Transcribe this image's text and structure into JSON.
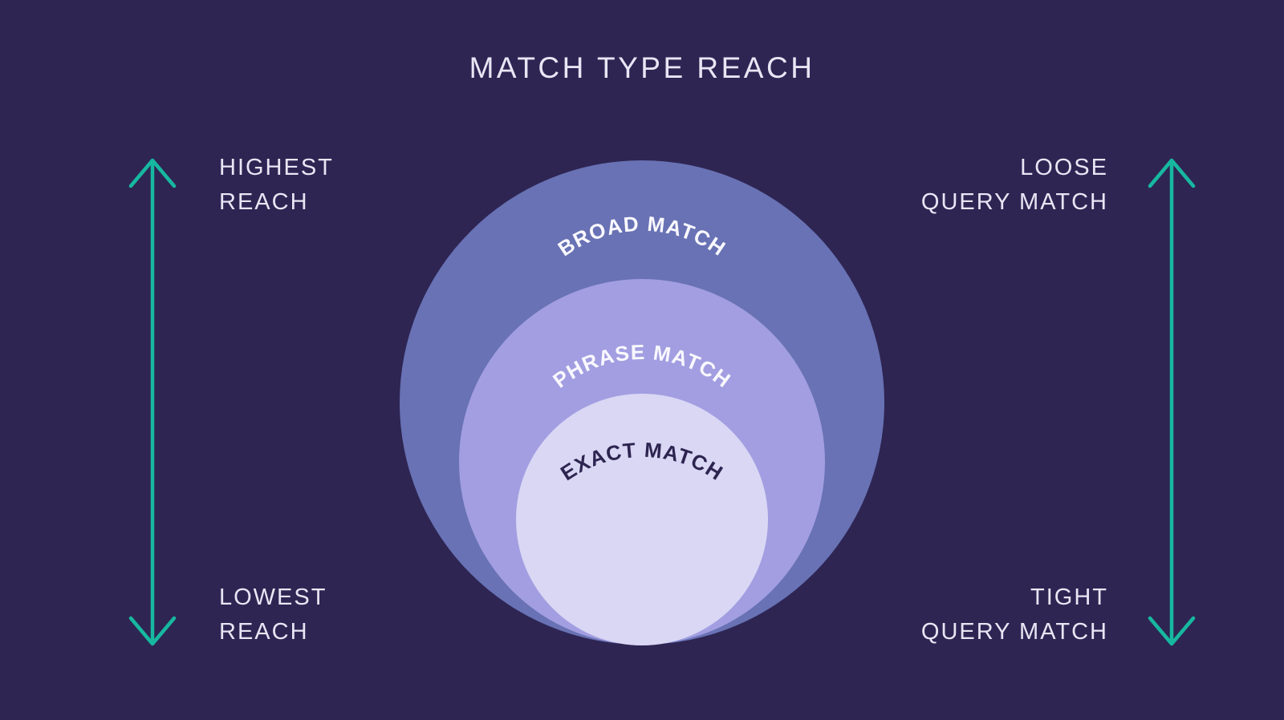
{
  "title": "MATCH TYPE REACH",
  "colors": {
    "background": "#2e2553",
    "broad": "#6872b4",
    "phrase": "#a29ee1",
    "exact": "#d9d7f4",
    "arrow": "#17b8a0",
    "light_text": "#e8e6f4",
    "dark_text": "#2d2450",
    "circle_label_light": "#f9f8fe"
  },
  "diagram": {
    "type": "nested-circles",
    "circles": [
      {
        "id": "broad",
        "label": "BROAD MATCH"
      },
      {
        "id": "phrase",
        "label": "PHRASE MATCH"
      },
      {
        "id": "exact",
        "label": "EXACT MATCH"
      }
    ]
  },
  "left_scale": {
    "top": [
      "HIGHEST",
      "REACH"
    ],
    "bottom": [
      "LOWEST",
      "REACH"
    ]
  },
  "right_scale": {
    "top": [
      "LOOSE",
      "QUERY MATCH"
    ],
    "bottom": [
      "TIGHT",
      "QUERY MATCH"
    ]
  }
}
